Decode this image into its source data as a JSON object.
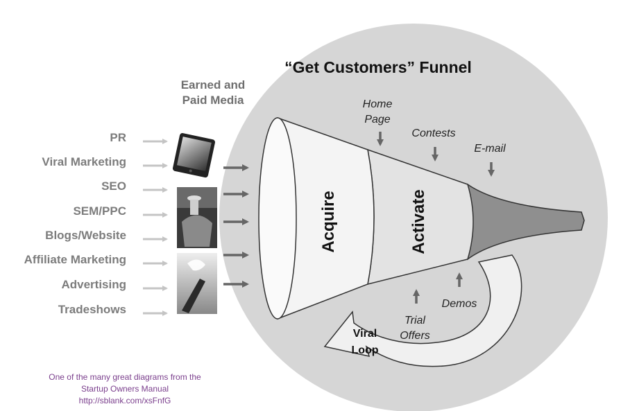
{
  "title": "“Get Customers” Funnel",
  "media_header": {
    "line1": "Earned and",
    "line2": "Paid Media"
  },
  "channels": [
    "PR",
    "Viral Marketing",
    "SEO",
    "SEM/PPC",
    "Blogs/Website",
    "Affiliate Marketing",
    "Advertising",
    "Tradeshows"
  ],
  "stages": {
    "acquire": "Acquire",
    "activate": "Activate"
  },
  "top_inputs": [
    {
      "line1": "Home",
      "line2": "Page"
    },
    {
      "line1": "Contests"
    },
    {
      "line1": "E-mail"
    }
  ],
  "bottom_inputs": [
    {
      "line1": "Trial",
      "line2": "Offers"
    },
    {
      "line1": "Demos"
    }
  ],
  "viral_loop": {
    "line1": "Viral",
    "line2": "Loop"
  },
  "credit": {
    "line1": "One of the many great diagrams from the",
    "line2": "Startup Owners Manual",
    "line3": "http://sblank.com/xsFnfG"
  },
  "colors": {
    "circle": "#d6d6d6",
    "funnel_mouth": "#f4f4f4",
    "funnel_mid": "#e3e3e3",
    "funnel_neck": "#8f8f8f",
    "channel_text": "#7c7c7c",
    "channel_arrow": "#c4c4c4",
    "dark_arrow": "#666666",
    "credit_text": "#7a3e8c"
  },
  "icons": [
    "tablet-icon",
    "cowboy-photo",
    "champagne-photo"
  ]
}
